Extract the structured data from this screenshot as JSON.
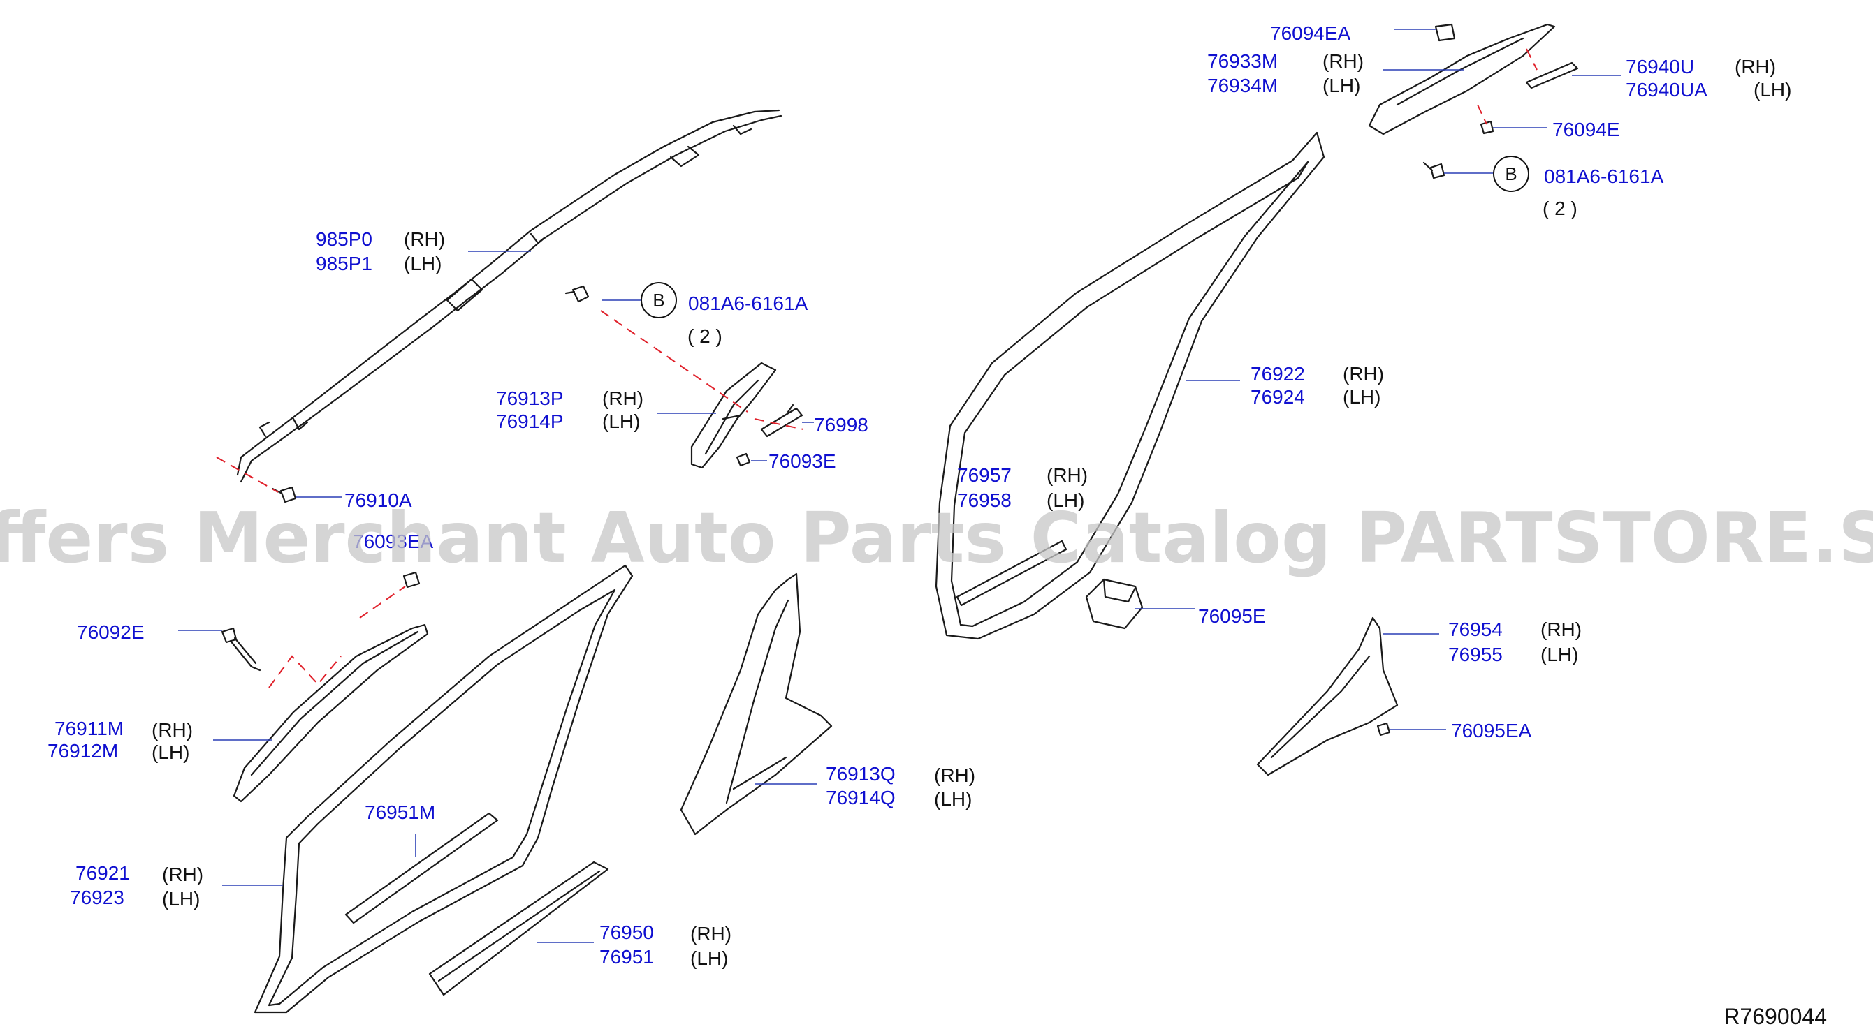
{
  "watermark": "Offers Merchant Auto Parts Catalog PARTSTORE.SA",
  "diagram_ref": "R7690044",
  "bubbles": {
    "b_left": "B",
    "b_right": "B"
  },
  "labels": {
    "p985P0": "985P0",
    "p985P0_side": "(RH)",
    "p985P1": "985P1",
    "p985P1_side": "(LH)",
    "p081A6_left": "081A6-6161A",
    "p081A6_left_qty": "( 2 )",
    "p76913P": "76913P",
    "p76913P_side": "(RH)",
    "p76914P": "76914P",
    "p76914P_side": "(LH)",
    "p76998": "76998",
    "p76093E": "76093E",
    "p76910A": "76910A",
    "p76093EA": "76093EA",
    "p76092E": "76092E",
    "p76911M": "76911M",
    "p76911M_side": "(RH)",
    "p76912M": "76912M",
    "p76912M_side": "(LH)",
    "p76951M": "76951M",
    "p76921": "76921",
    "p76921_side": "(RH)",
    "p76923": "76923",
    "p76923_side": "(LH)",
    "p76950": "76950",
    "p76950_side": "(RH)",
    "p76951": "76951",
    "p76951_side": "(LH)",
    "p76913Q": "76913Q",
    "p76913Q_side": "(RH)",
    "p76914Q": "76914Q",
    "p76914Q_side": "(LH)",
    "p76094EA": "76094EA",
    "p76933M": "76933M",
    "p76933M_side": "(RH)",
    "p76934M": "76934M",
    "p76934M_side": "(LH)",
    "p76940U": "76940U",
    "p76940U_side": "(RH)",
    "p76940UA": "76940UA",
    "p76940UA_side": "(LH)",
    "p76094E": "76094E",
    "p081A6_right": "081A6-6161A",
    "p081A6_right_qty": "( 2 )",
    "p76922": "76922",
    "p76922_side": "(RH)",
    "p76924": "76924",
    "p76924_side": "(LH)",
    "p76957": "76957",
    "p76957_side": "(RH)",
    "p76958": "76958",
    "p76958_side": "(LH)",
    "p76095E": "76095E",
    "p76954": "76954",
    "p76954_side": "(RH)",
    "p76955": "76955",
    "p76955_side": "(LH)",
    "p76095EA": "76095EA"
  }
}
